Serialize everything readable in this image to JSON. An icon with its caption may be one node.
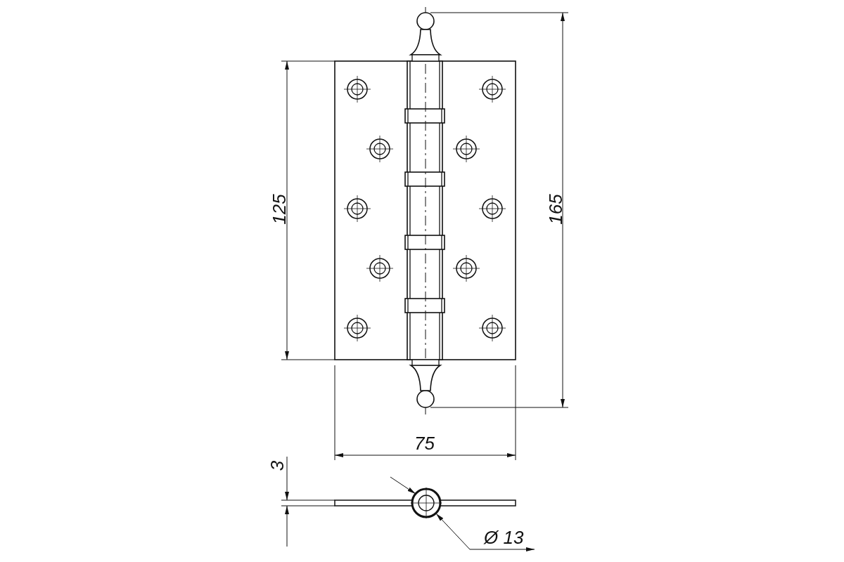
{
  "diagram": {
    "labels": [
      "165",
      "125",
      "75",
      "3",
      "Ø 13"
    ]
  }
}
